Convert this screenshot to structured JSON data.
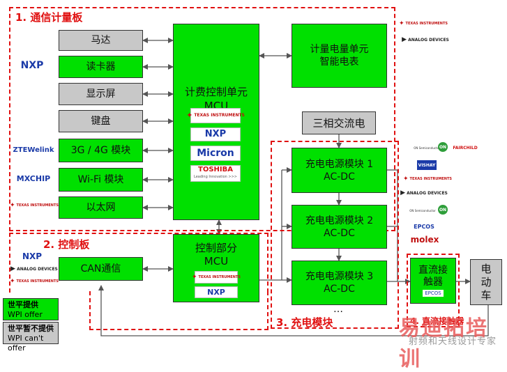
{
  "sections": {
    "s1": "1. 通信计量板",
    "s2": "2. 控制板",
    "s3": "3. 充电模块",
    "s4": "4. 直流接触器"
  },
  "left_boxes": {
    "motor": "马达",
    "card_reader": "读卡器",
    "display": "显示屏",
    "keyboard": "键盘",
    "modem": "3G / 4G 模块",
    "wifi": "Wi-Fi 模块",
    "ethernet": "以太网"
  },
  "billing_mcu": {
    "line1": "计费控制单元",
    "line2": "MCU"
  },
  "metering": {
    "line1": "计量电量单元",
    "line2": "智能电表"
  },
  "three_phase": "三相交流电",
  "charging": {
    "m1_line1": "充电电源模块 1",
    "m1_line2": "AC-DC",
    "m2_line1": "充电电源模块 2",
    "m2_line2": "AC-DC",
    "m3_line1": "充电电源模块 3",
    "m3_line2": "AC-DC",
    "ellipsis": "…"
  },
  "control_mcu": {
    "line1": "控制部分",
    "line2": "MCU"
  },
  "can": "CAN通信",
  "contactor": {
    "line1": "直流接",
    "line2": "触器"
  },
  "ev": {
    "line1": "电",
    "line2": "动",
    "line3": "车"
  },
  "legend": {
    "offer_cn": "世平提供",
    "offer_en": "WPI offer",
    "nooffer_cn": "世平暂不提供",
    "nooffer_en": "WPI can't offer"
  },
  "logos": {
    "ti": "TEXAS INSTRUMENTS",
    "nxp": "NXP",
    "micron": "Micron",
    "toshiba": "TOSHIBA",
    "toshiba_sub": "Leading Innovation >>>",
    "zte": "ZTEWelink",
    "mxchip": "MXCHIP",
    "adi": "ANALOG DEVICES",
    "on": "ON Semiconductor",
    "fairchild": "FAIRCHILD",
    "vishay": "VISHAY",
    "epcos": "EPCOS",
    "molex": "molex"
  },
  "watermark": {
    "main": "易迪拓培训",
    "sub": "射频和天线设计专家"
  },
  "colors": {
    "green": "#00e000",
    "gray": "#c8c8c8",
    "red_dashed": "#e01010"
  }
}
